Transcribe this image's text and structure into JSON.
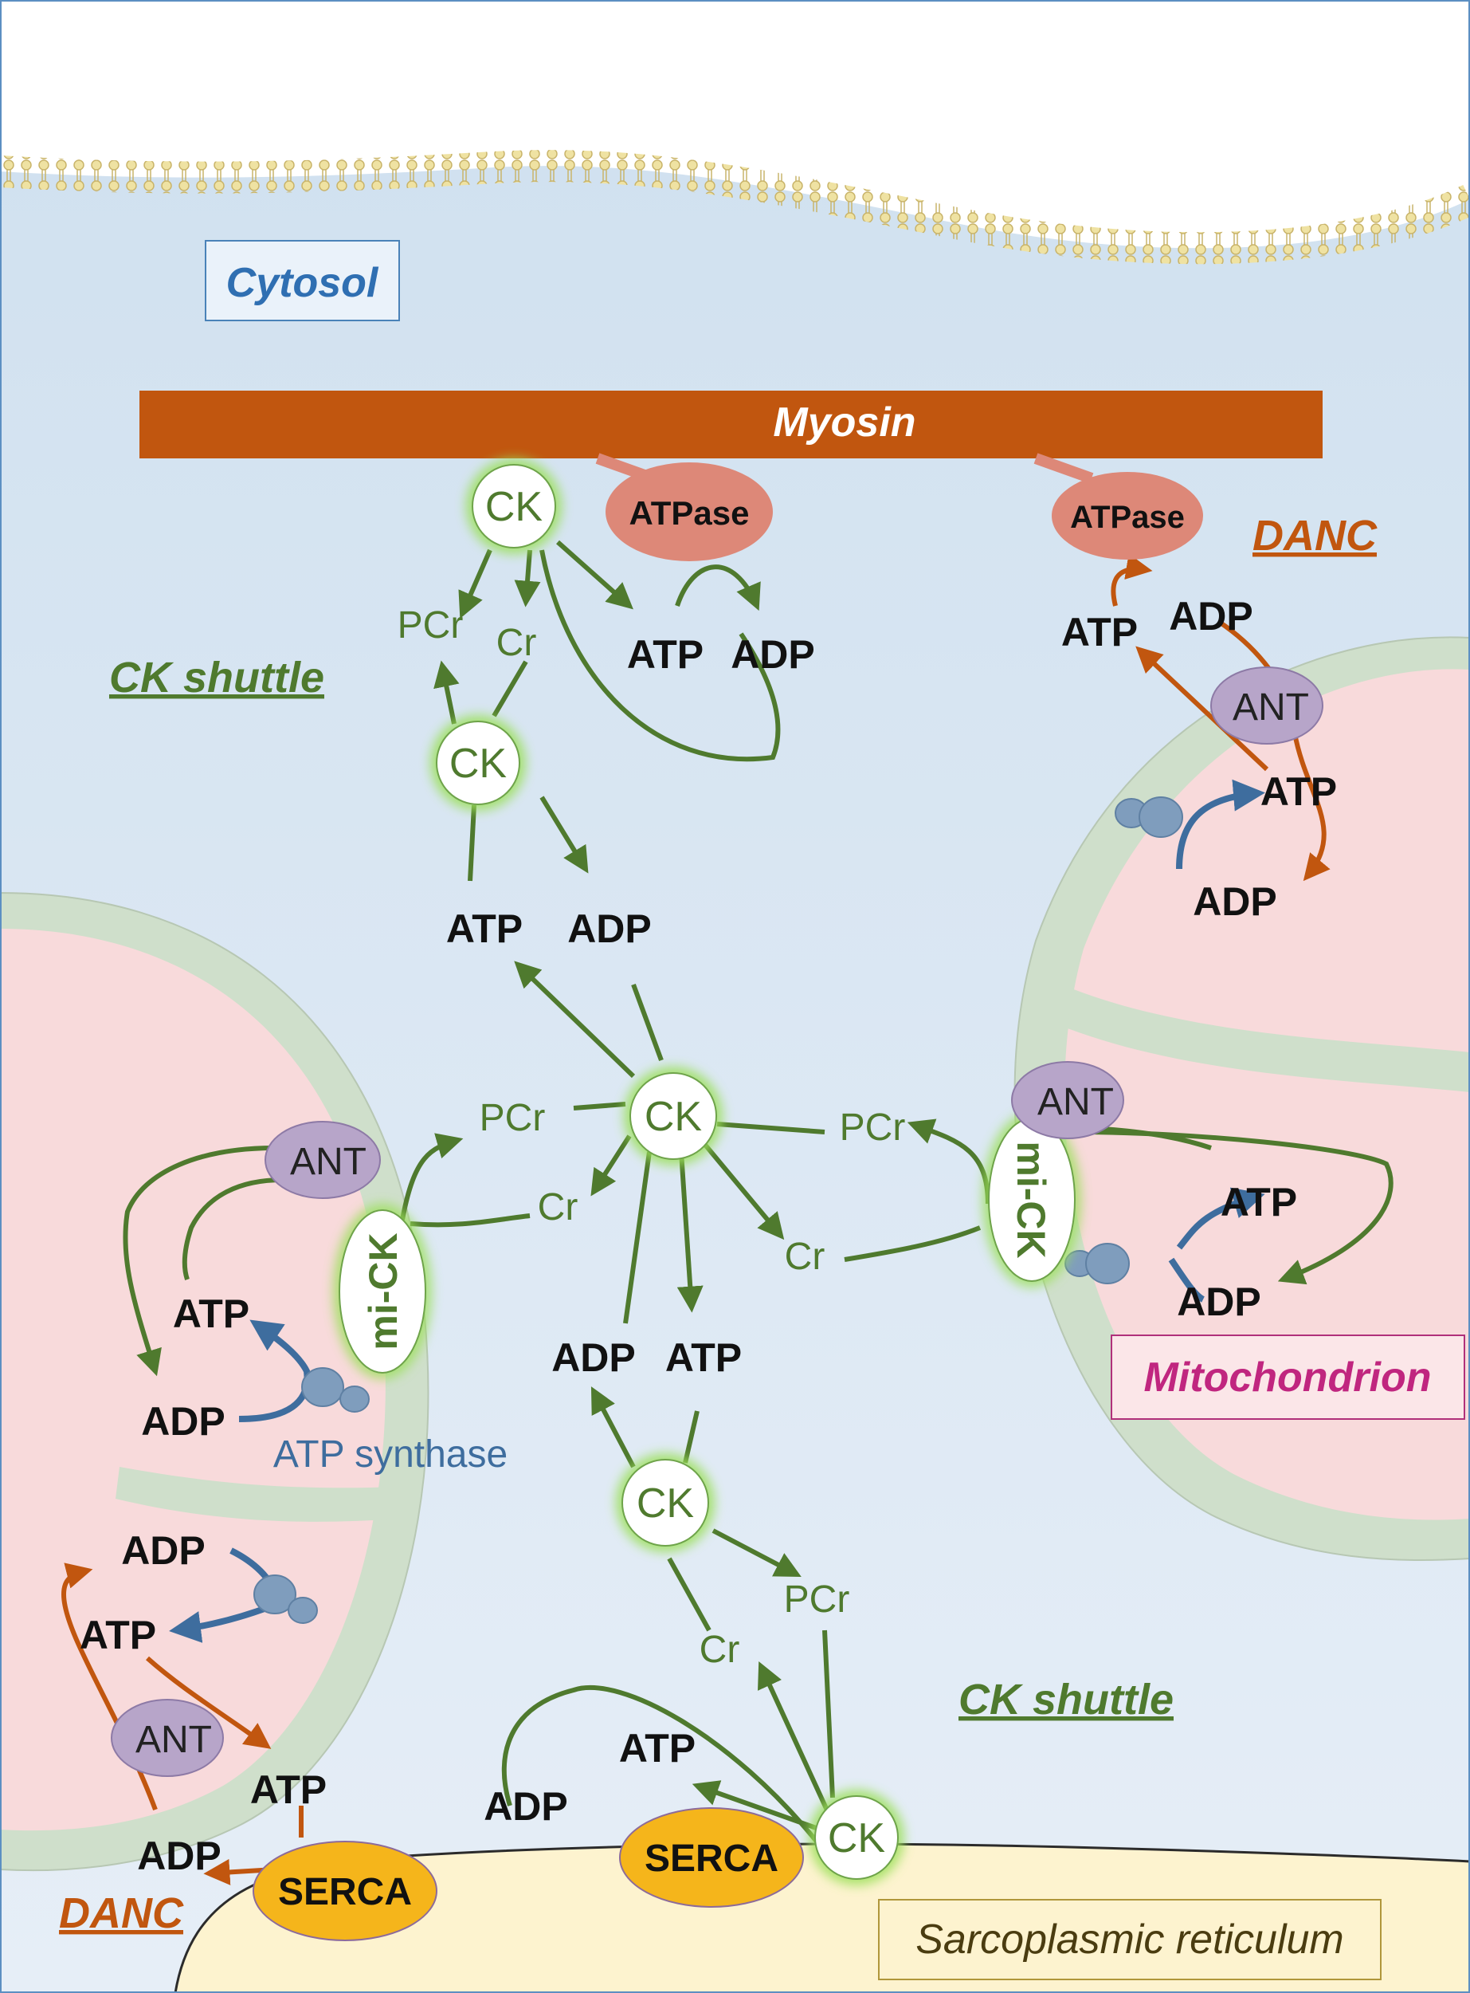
{
  "regions": {
    "cytosol": "Cytosol",
    "myosin": "Myosin",
    "mitochondrion": "Mitochondrion",
    "sarcoplasmic_reticulum": "Sarcoplasmic reticulum"
  },
  "labels": {
    "ck_shuttle_top": "CK shuttle",
    "ck_shuttle_bottom": "CK shuttle",
    "danc_top": "DANC",
    "danc_bottom": "DANC",
    "atp_synthase": "ATP synthase"
  },
  "enzymes": {
    "ck": "CK",
    "mi_ck": "mi-CK",
    "atpase": "ATPase",
    "ant": "ANT",
    "serca": "SERCA"
  },
  "metabolites": {
    "atp": "ATP",
    "adp": "ADP",
    "pcr": "PCr",
    "cr": "Cr"
  },
  "colors": {
    "background_top": "#cfe0ef",
    "background_bottom": "#e3edf7",
    "mitochondrion_matrix": "#f8dadb",
    "mitochondrion_membrane": "#cfdfcb",
    "sr_fill": "#fdf3cf",
    "myosin": "#c1560f",
    "ck_arrows": "#4f7a2e",
    "danc_arrows": "#c1560f",
    "synthase_arrows": "#3e6d9e",
    "ant": "#b7a5c9",
    "serca": "#f5b51b",
    "atpase": "#dd8878"
  }
}
